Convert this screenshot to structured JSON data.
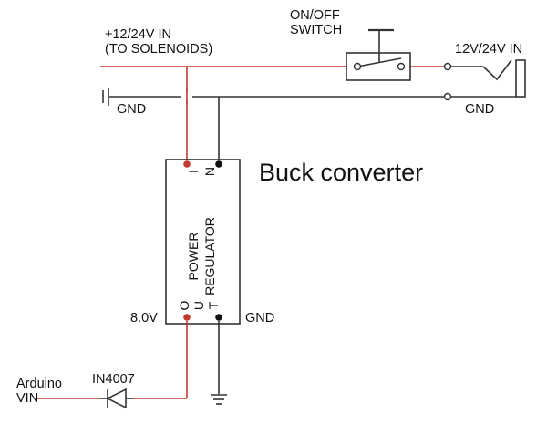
{
  "labels": {
    "supply_in_line1": "+12/24V IN",
    "supply_in_line2": "(TO SOLENOIDS)",
    "switch_line1": "ON/OFF",
    "switch_line2": "SWITCH",
    "input_jack": "12V/24V IN",
    "gnd_left": "GND",
    "gnd_right": "GND",
    "gnd_bottom": "GND",
    "title": "Buck converter",
    "module_line1": "POWER",
    "module_line2": "REGULATOR",
    "pin_in_1": "I",
    "pin_in_2": "N",
    "pin_out_1": "O",
    "pin_out_2": "U",
    "pin_out_3": "T",
    "output_voltage": "8.0V",
    "diode": "IN4007",
    "arduino_line1": "Arduino",
    "arduino_line2": "VIN"
  },
  "colors": {
    "positive_wire": "#c0392b",
    "ground_wire": "#333333",
    "positive_terminal": "#c0392b",
    "ground_terminal": "#111111"
  }
}
